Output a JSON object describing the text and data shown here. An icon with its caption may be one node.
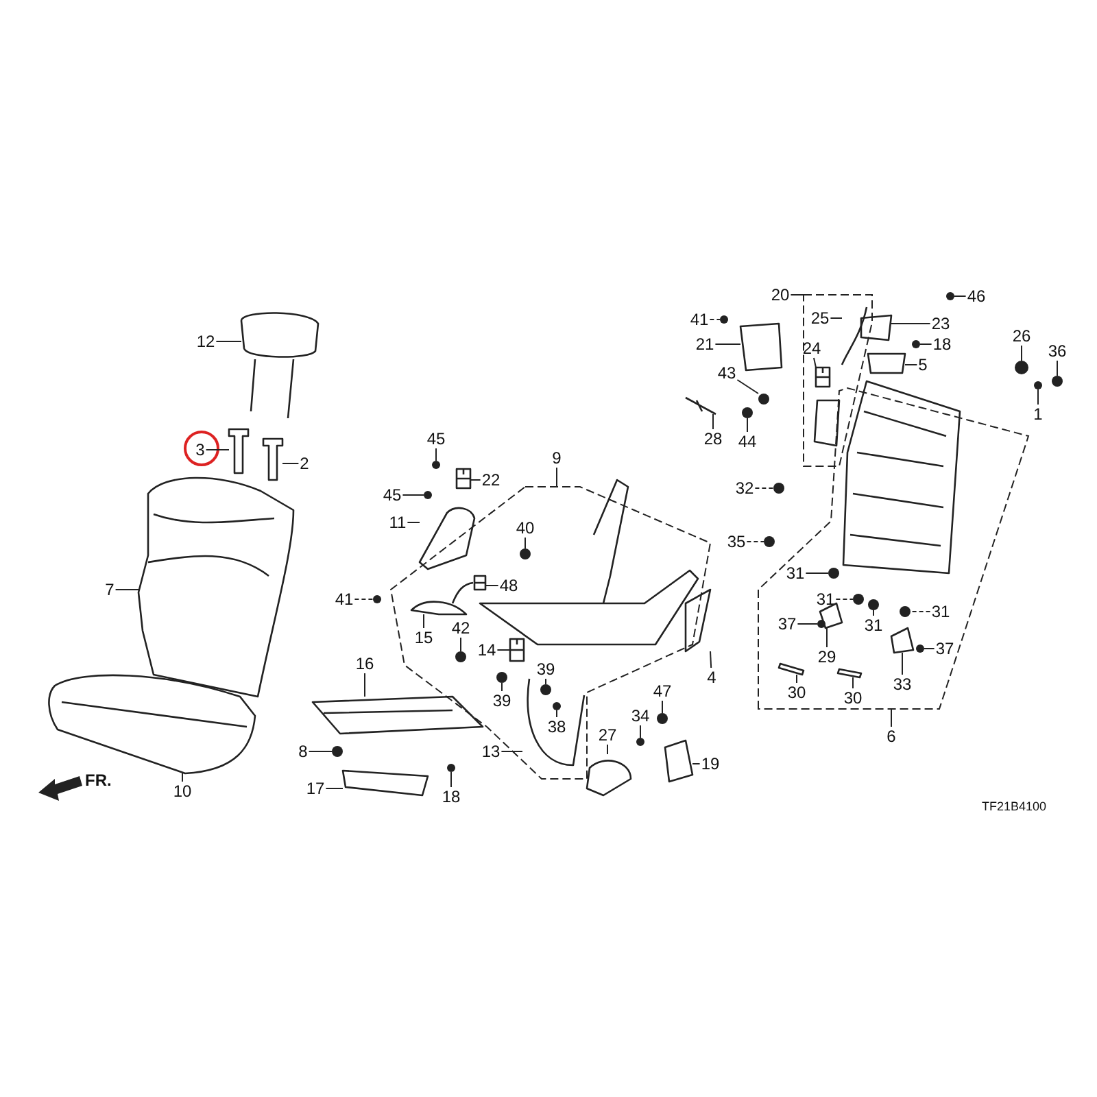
{
  "diagram": {
    "nodes": [
      {
        "text": [
          "12"
        ]
      },
      {
        "text": [
          "3"
        ]
      },
      {
        "text": [
          "2"
        ]
      },
      {
        "text": [
          "7"
        ]
      },
      {
        "text": [
          "10"
        ]
      },
      {
        "text": [
          "45"
        ]
      },
      {
        "text": [
          "22"
        ]
      },
      {
        "text": [
          "45"
        ]
      },
      {
        "text": [
          "11"
        ]
      },
      {
        "text": [
          "41"
        ]
      },
      {
        "text": [
          "9"
        ]
      },
      {
        "text": [
          "40"
        ],
        "in": 67
      },
      {
        "text": [
          "48"
        ],
        "in": 67
      },
      {
        "text": [
          "15"
        ],
        "in": 67
      },
      {
        "text": [
          "42"
        ],
        "in": 67
      },
      {
        "text": [
          "14"
        ],
        "in": 67
      },
      {
        "text": [
          "39"
        ],
        "in": 67
      },
      {
        "text": [
          "39"
        ],
        "in": 67
      },
      {
        "text": [
          "38"
        ],
        "in": 76
      },
      {
        "text": [
          "13"
        ]
      },
      {
        "text": [
          "16"
        ]
      },
      {
        "text": [
          "8"
        ]
      },
      {
        "text": [
          "17"
        ]
      },
      {
        "text": [
          "18"
        ]
      },
      {
        "text": [
          "4"
        ]
      },
      {
        "text": [
          "27"
        ]
      },
      {
        "text": [
          "34"
        ]
      },
      {
        "text": [
          "47"
        ]
      },
      {
        "text": [
          "19"
        ]
      },
      {
        "text": [
          "20"
        ]
      },
      {
        "text": [
          "41"
        ]
      },
      {
        "text": [
          "21"
        ]
      },
      {
        "text": [
          "43"
        ]
      },
      {
        "text": [
          "28"
        ]
      },
      {
        "text": [
          "44"
        ]
      },
      {
        "text": [
          "25"
        ],
        "in": 86
      },
      {
        "text": [
          "24"
        ],
        "in": 86
      },
      {
        "text": [
          "46"
        ]
      },
      {
        "text": [
          "23"
        ]
      },
      {
        "text": [
          "18"
        ]
      },
      {
        "text": [
          "5"
        ]
      },
      {
        "text": [
          "26"
        ]
      },
      {
        "text": [
          "36"
        ]
      },
      {
        "text": [
          "1"
        ]
      },
      {
        "text": [
          "32"
        ]
      },
      {
        "text": [
          "35"
        ]
      },
      {
        "text": [
          "31"
        ],
        "in": 113
      },
      {
        "text": [
          "31"
        ],
        "in": 113
      },
      {
        "text": [
          "31"
        ],
        "in": 113
      },
      {
        "text": [
          "31"
        ],
        "in": 113
      },
      {
        "text": [
          "37"
        ],
        "in": 113
      },
      {
        "text": [
          "29"
        ],
        "in": 113
      },
      {
        "text": [
          "37"
        ],
        "in": 113
      },
      {
        "text": [
          "33"
        ],
        "in": 113
      },
      {
        "text": [
          "30"
        ],
        "in": 113
      },
      {
        "text": [
          "30"
        ],
        "in": 113
      },
      {
        "text": [
          "6"
        ]
      },
      {
        "text": [],
        "shape": "picture"
      },
      {
        "text": [],
        "shape": "picture"
      },
      {
        "text": [],
        "shape": "picture"
      },
      {
        "text": [],
        "shape": "picture"
      },
      {
        "text": [],
        "shape": "picture"
      },
      {
        "text": [],
        "shape": "circle"
      },
      {
        "text": [],
        "shape": "picture"
      },
      {
        "text": [],
        "shape": "circle"
      },
      {
        "text": [],
        "shape": "picture"
      },
      {
        "text": [],
        "shape": "circle"
      },
      {
        "text": [],
        "shape": "box"
      },
      {
        "text": [],
        "shape": "circle",
        "in": 67
      },
      {
        "text": [],
        "shape": "picture",
        "in": 67
      },
      {
        "text": [],
        "shape": "picture",
        "in": 67
      },
      {
        "text": [],
        "shape": "circle",
        "in": 67
      },
      {
        "text": [],
        "shape": "picture",
        "in": 67
      },
      {
        "text": [],
        "shape": "circle",
        "in": 76
      },
      {
        "text": [],
        "shape": "circle",
        "in": 67
      },
      {
        "text": [],
        "shape": "circle",
        "in": 76
      },
      {
        "text": [],
        "shape": "picture",
        "in": 67
      },
      {
        "text": [],
        "shape": "picture"
      },
      {
        "text": [],
        "shape": "circle"
      },
      {
        "text": [],
        "shape": "picture"
      },
      {
        "text": [],
        "shape": "circle"
      },
      {
        "text": [],
        "shape": "picture"
      },
      {
        "text": [],
        "shape": "picture"
      },
      {
        "text": [],
        "shape": "circle"
      },
      {
        "text": [],
        "shape": "circle"
      },
      {
        "text": [],
        "shape": "picture"
      },
      {
        "text": [],
        "shape": "box"
      },
      {
        "text": [],
        "shape": "circle"
      },
      {
        "text": [],
        "shape": "picture"
      },
      {
        "text": [],
        "shape": "circle"
      },
      {
        "text": [],
        "shape": "picture"
      },
      {
        "text": [],
        "shape": "circle"
      },
      {
        "text": [],
        "shape": "picture",
        "in": 86
      },
      {
        "text": [],
        "shape": "picture",
        "in": 86
      },
      {
        "text": [],
        "shape": "circle"
      },
      {
        "text": [],
        "shape": "picture"
      },
      {
        "text": [],
        "shape": "circle"
      },
      {
        "text": [],
        "shape": "picture"
      },
      {
        "text": [],
        "shape": "circle"
      },
      {
        "text": [],
        "shape": "circle"
      },
      {
        "text": [],
        "shape": "circle"
      },
      {
        "text": [],
        "shape": "circle"
      },
      {
        "text": [],
        "shape": "circle"
      },
      {
        "text": [],
        "shape": "circle",
        "in": 113
      },
      {
        "text": [],
        "shape": "circle",
        "in": 113
      },
      {
        "text": [],
        "shape": "circle",
        "in": 113
      },
      {
        "text": [],
        "shape": "circle",
        "in": 113
      },
      {
        "text": [],
        "shape": "circle",
        "in": 113
      },
      {
        "text": [],
        "shape": "picture",
        "in": 113
      },
      {
        "text": [],
        "shape": "circle",
        "in": 113
      },
      {
        "text": [],
        "shape": "picture",
        "in": 113
      },
      {
        "text": [],
        "shape": "picture",
        "in": 113
      },
      {
        "text": [],
        "shape": "picture",
        "in": 113
      },
      {
        "text": [],
        "shape": "box"
      }
    ],
    "edges": [
      {
        "from": 0,
        "to": 57,
        "arrow": "none"
      },
      {
        "from": 1,
        "to": 58,
        "arrow": "none"
      },
      {
        "from": 2,
        "to": 59,
        "arrow": "none"
      },
      {
        "from": 3,
        "to": 60,
        "arrow": "none"
      },
      {
        "from": 4,
        "to": 61,
        "arrow": "none"
      },
      {
        "from": 5,
        "to": 62,
        "arrow": "none"
      },
      {
        "from": 6,
        "to": 63,
        "arrow": "none"
      },
      {
        "from": 7,
        "to": 64,
        "arrow": "none"
      },
      {
        "from": 8,
        "to": 65,
        "arrow": "none"
      },
      {
        "from": 9,
        "to": 66,
        "arrow": "none",
        "style": "dashed"
      },
      {
        "from": 10,
        "to": 67,
        "arrow": "none"
      },
      {
        "from": 11,
        "to": 68,
        "arrow": "none"
      },
      {
        "from": 12,
        "to": 69,
        "arrow": "none"
      },
      {
        "from": 13,
        "to": 70,
        "arrow": "none"
      },
      {
        "from": 14,
        "to": 71,
        "arrow": "none"
      },
      {
        "from": 15,
        "to": 72,
        "arrow": "none"
      },
      {
        "from": 16,
        "to": 73,
        "arrow": "none"
      },
      {
        "from": 17,
        "to": 74,
        "arrow": "none"
      },
      {
        "from": 18,
        "to": 75,
        "arrow": "none"
      },
      {
        "from": 19,
        "to": 76,
        "arrow": "none"
      },
      {
        "from": 20,
        "to": 77,
        "arrow": "none"
      },
      {
        "from": 21,
        "to": 78,
        "arrow": "none"
      },
      {
        "from": 22,
        "to": 79,
        "arrow": "none"
      },
      {
        "from": 23,
        "to": 80,
        "arrow": "none"
      },
      {
        "from": 24,
        "to": 81,
        "arrow": "none"
      },
      {
        "from": 25,
        "to": 82,
        "arrow": "none"
      },
      {
        "from": 26,
        "to": 83,
        "arrow": "none"
      },
      {
        "from": 27,
        "to": 84,
        "arrow": "none"
      },
      {
        "from": 28,
        "to": 85,
        "arrow": "none"
      },
      {
        "from": 29,
        "to": 86,
        "arrow": "none"
      },
      {
        "from": 30,
        "to": 87,
        "arrow": "none",
        "style": "dashed"
      },
      {
        "from": 31,
        "to": 88,
        "arrow": "none"
      },
      {
        "from": 32,
        "to": 89,
        "arrow": "none"
      },
      {
        "from": 33,
        "to": 90,
        "arrow": "none"
      },
      {
        "from": 34,
        "to": 91,
        "arrow": "none"
      },
      {
        "from": 35,
        "to": 92,
        "arrow": "none"
      },
      {
        "from": 36,
        "to": 93,
        "arrow": "none"
      },
      {
        "from": 37,
        "to": 94,
        "arrow": "none"
      },
      {
        "from": 38,
        "to": 95,
        "arrow": "none"
      },
      {
        "from": 39,
        "to": 96,
        "arrow": "none"
      },
      {
        "from": 40,
        "to": 97,
        "arrow": "none"
      },
      {
        "from": 41,
        "to": 98,
        "arrow": "none"
      },
      {
        "from": 42,
        "to": 99,
        "arrow": "none"
      },
      {
        "from": 43,
        "to": 100,
        "arrow": "none"
      },
      {
        "from": 44,
        "to": 101,
        "arrow": "none",
        "style": "dashed"
      },
      {
        "from": 45,
        "to": 102,
        "arrow": "none",
        "style": "dashed"
      },
      {
        "from": 46,
        "to": 103,
        "arrow": "none"
      },
      {
        "from": 47,
        "to": 104,
        "arrow": "none",
        "style": "dashed"
      },
      {
        "from": 48,
        "to": 105,
        "arrow": "none",
        "style": "dashed"
      },
      {
        "from": 49,
        "to": 106,
        "arrow": "none"
      },
      {
        "from": 50,
        "to": 107,
        "arrow": "none"
      },
      {
        "from": 51,
        "to": 108,
        "arrow": "none"
      },
      {
        "from": 52,
        "to": 109,
        "arrow": "none"
      },
      {
        "from": 53,
        "to": 110,
        "arrow": "none"
      },
      {
        "from": 54,
        "to": 111,
        "arrow": "none"
      },
      {
        "from": 55,
        "to": 112,
        "arrow": "none"
      },
      {
        "from": 56,
        "to": 113,
        "arrow": "none"
      }
    ],
    "labels": [
      "FR.",
      "TF21B4100"
    ]
  }
}
